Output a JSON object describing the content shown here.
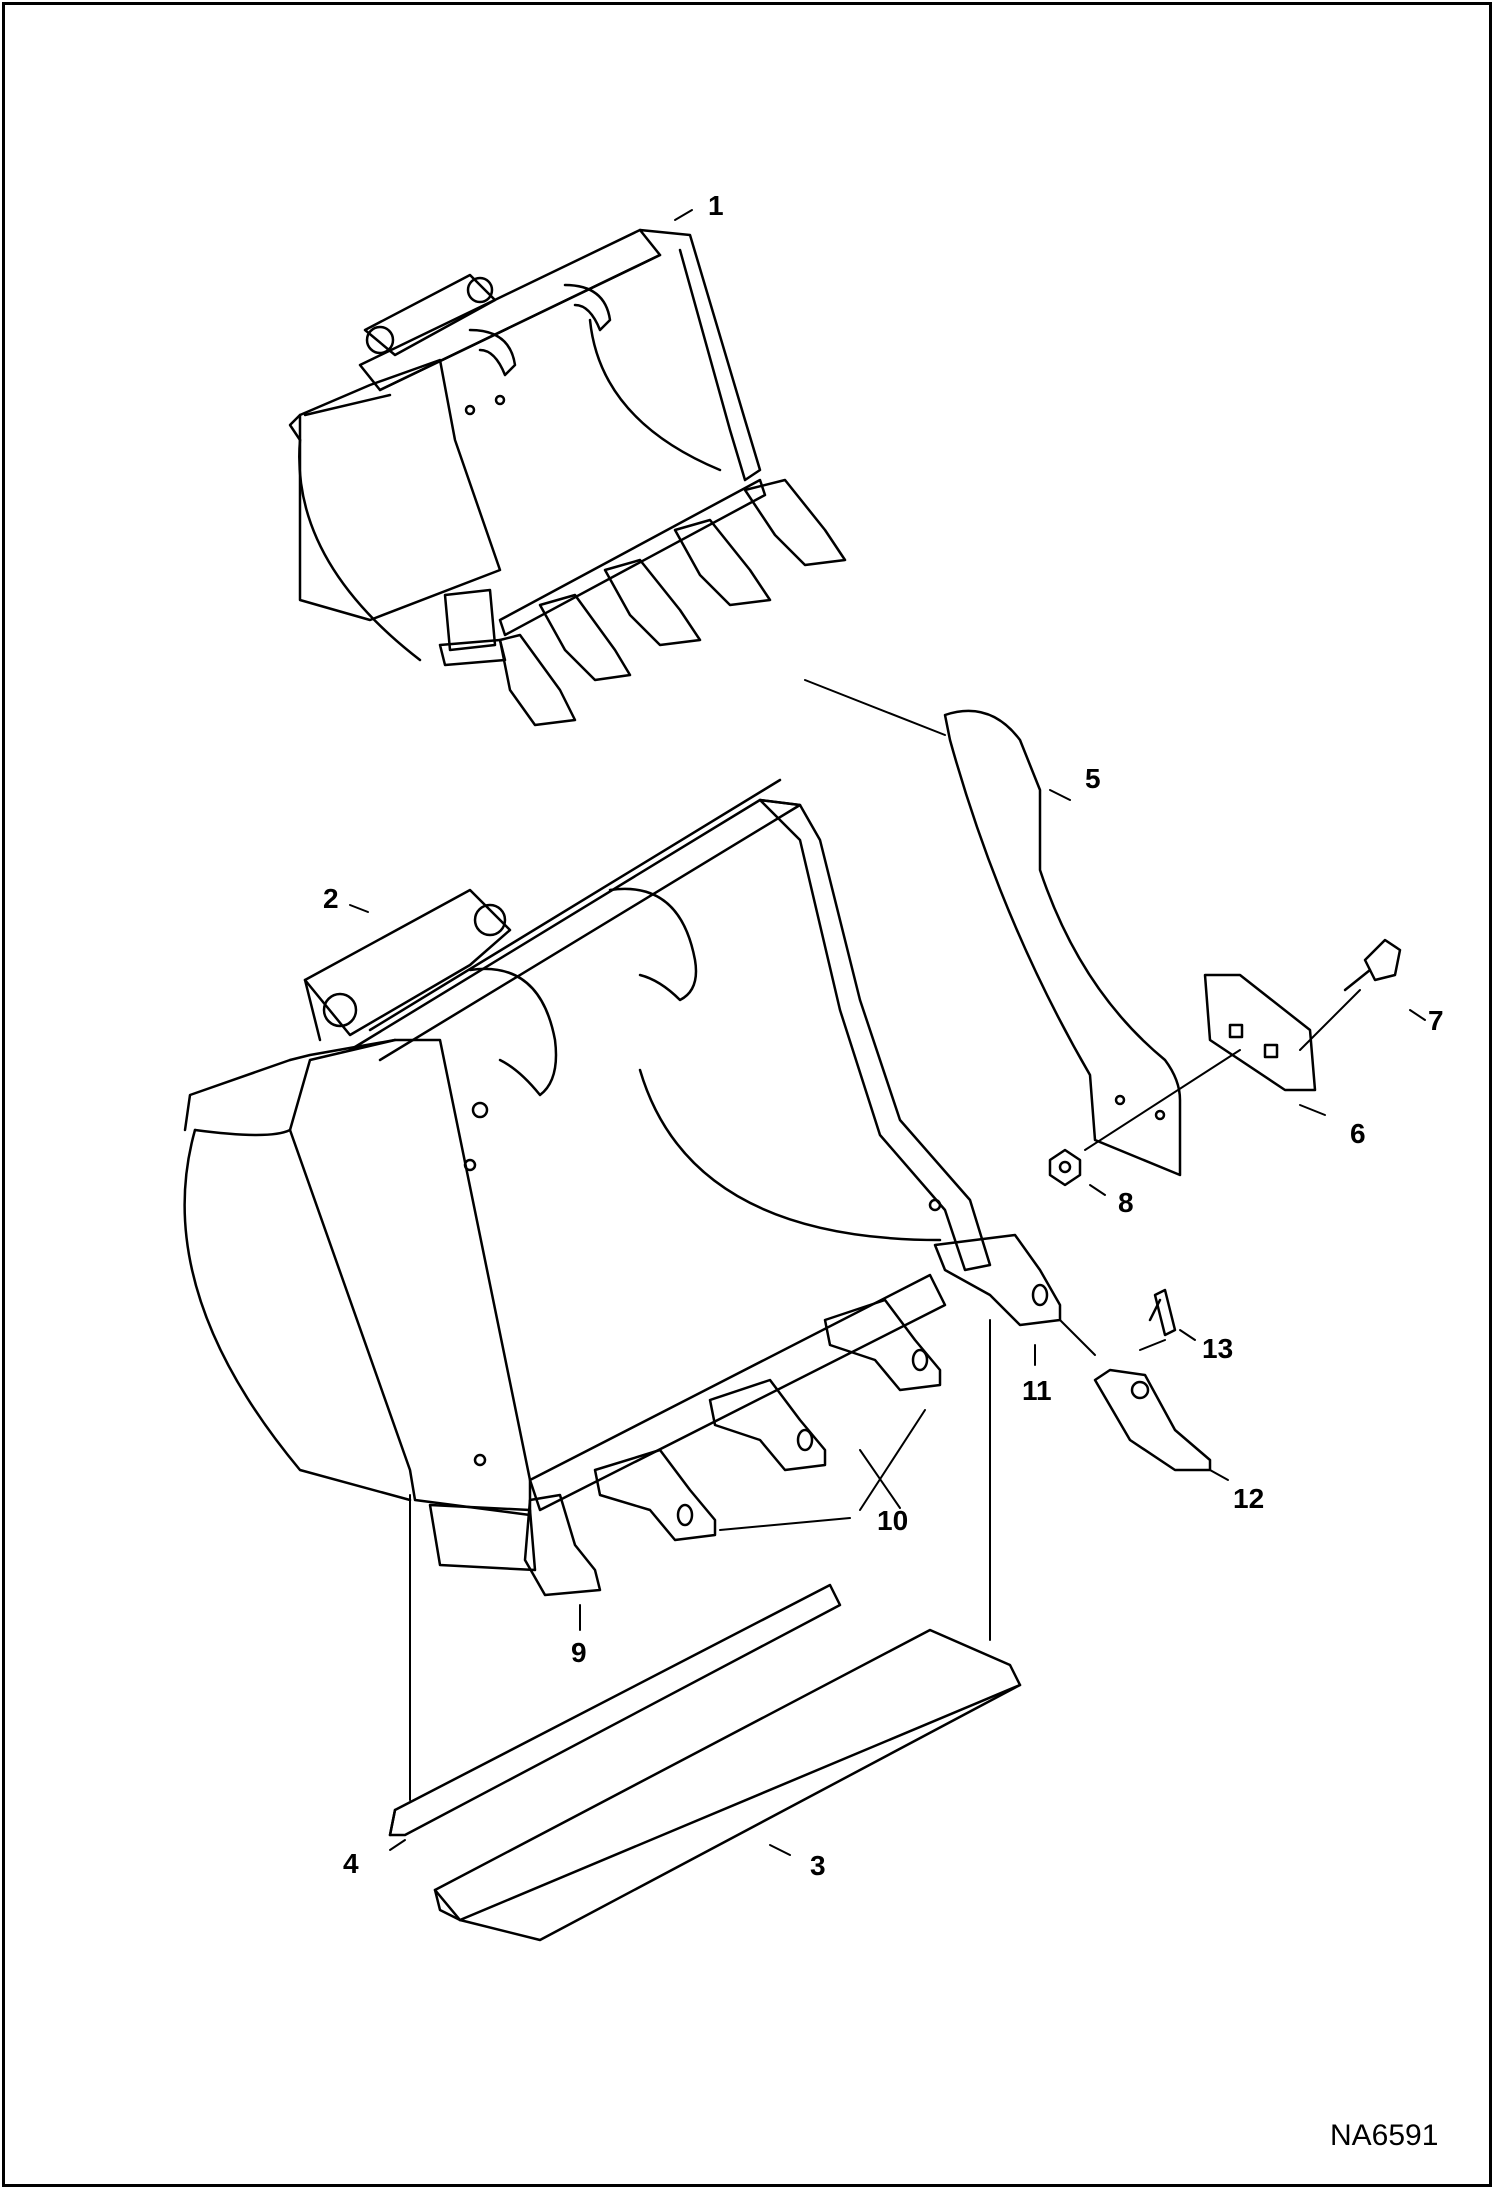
{
  "callouts": {
    "c1": "1",
    "c2": "2",
    "c3": "3",
    "c4": "4",
    "c5": "5",
    "c6": "6",
    "c7": "7",
    "c8": "8",
    "c9": "9",
    "c10": "10",
    "c11": "11",
    "c12": "12",
    "c13": "13"
  },
  "drawing_code": "NA6591"
}
